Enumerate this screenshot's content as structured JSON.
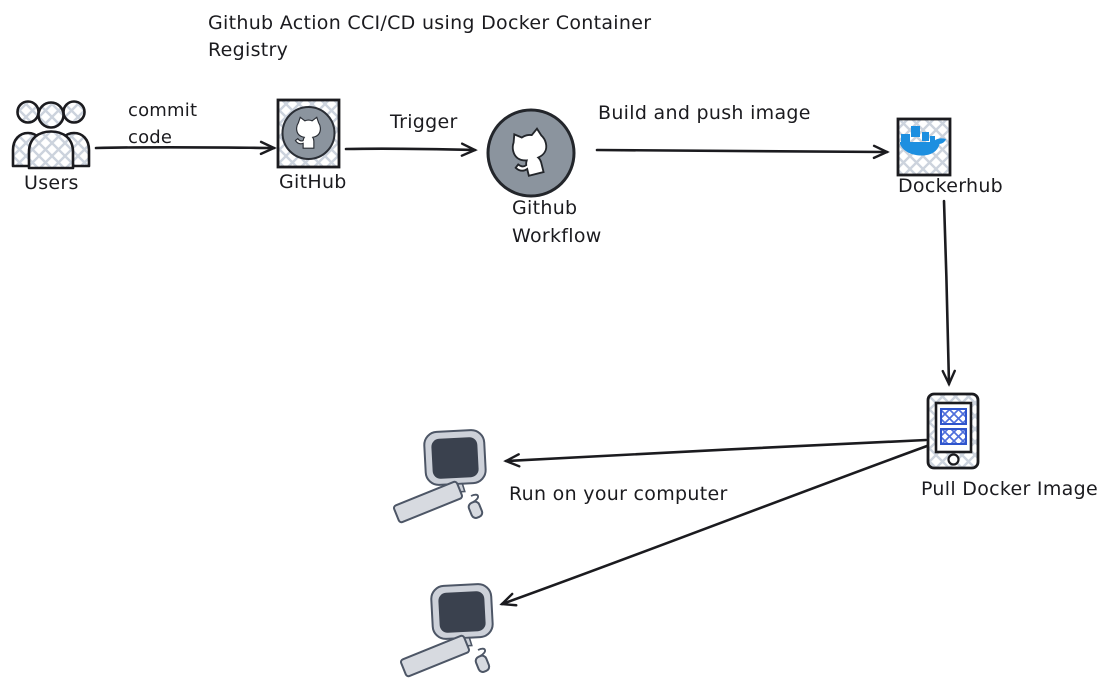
{
  "title": {
    "line1": "Github Action CCI/CD using Docker Container",
    "line2": "Registry"
  },
  "nodes": {
    "users": {
      "label": "Users"
    },
    "github": {
      "label": "GitHub"
    },
    "github_workflow": {
      "label_line1": "Github",
      "label_line2": "Workflow"
    },
    "dockerhub": {
      "label": "Dockerhub"
    },
    "pull_docker_image": {
      "label": "Pull Docker Image"
    },
    "computer_top": {
      "description": "desktop computer"
    },
    "computer_bottom": {
      "description": "desktop computer"
    }
  },
  "edges": {
    "commit_code": {
      "label_line1": "commit",
      "label_line2": "code",
      "from": "users",
      "to": "github"
    },
    "trigger": {
      "label": "Trigger",
      "from": "github",
      "to": "github_workflow"
    },
    "build_and_push": {
      "label": "Build and push image",
      "from": "github_workflow",
      "to": "dockerhub"
    },
    "pull": {
      "from": "dockerhub",
      "to": "pull_docker_image"
    },
    "run_top": {
      "label": "Run on your computer",
      "from": "pull_docker_image",
      "to": "computer_top"
    },
    "run_bottom": {
      "from": "pull_docker_image",
      "to": "computer_bottom"
    }
  },
  "colors": {
    "stroke": "#1b1b1f",
    "node_gray": "#8b949e",
    "hatch_gray": "#ccd3dd",
    "hatch_blue": "#4f6fdc",
    "hatch_blue_stroke": "#2f55cc",
    "docker_blue": "#1d8fe0",
    "screen_dark": "#3a414e",
    "device_light": "#cdd1d9",
    "device_outline": "#4d5666"
  }
}
